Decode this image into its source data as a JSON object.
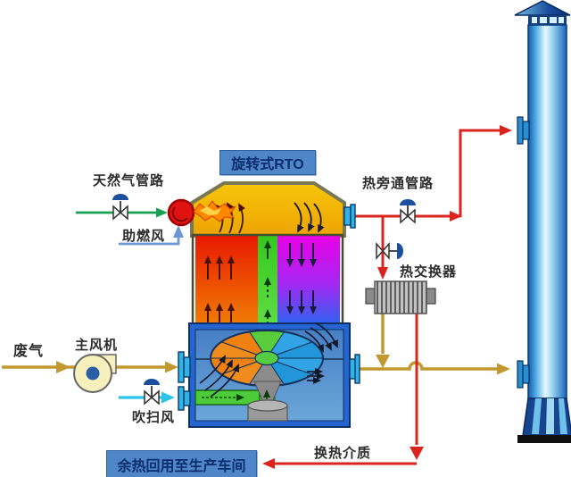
{
  "title_box": "旋转式RTO",
  "labels": {
    "natural_gas_pipe": "天然气管路",
    "combustion_air": "助燃风",
    "waste_gas": "废气",
    "main_fan": "主风机",
    "purge_air": "吹扫风",
    "hot_bypass_pipe": "热旁通管路",
    "heat_exchanger": "热交换器",
    "heat_medium": "换热介质",
    "heat_reuse_box": "余热回用至生产车间"
  },
  "icons": {
    "burner": "burner-icon",
    "flame": "flame-icon",
    "valve": "butterfly-valve-icon",
    "fan": "centrifugal-fan-icon",
    "heat_exchanger": "heat-exchanger-icon",
    "chimney": "exhaust-stack-icon",
    "rotor": "rotary-distributor-icon"
  },
  "colors": {
    "pipe_waste_gas": "#c2992e",
    "pipe_hot_gas": "#d9251d",
    "pipe_natural_gas": "#18a050",
    "pipe_purge_air": "#2cc3e8",
    "pipe_combustion_air": "#6b97d4",
    "label_box_bg": "#4e86c8",
    "label_box_text": "#0b2d6e",
    "vessel_dome": "#f2b606",
    "bed_hot_side": "#e81800",
    "bed_cold_side": "#ea00e6",
    "bed_center_column": "#3ecb25",
    "lower_chamber": "#2465d2",
    "chimney_body": "#1565b8"
  }
}
